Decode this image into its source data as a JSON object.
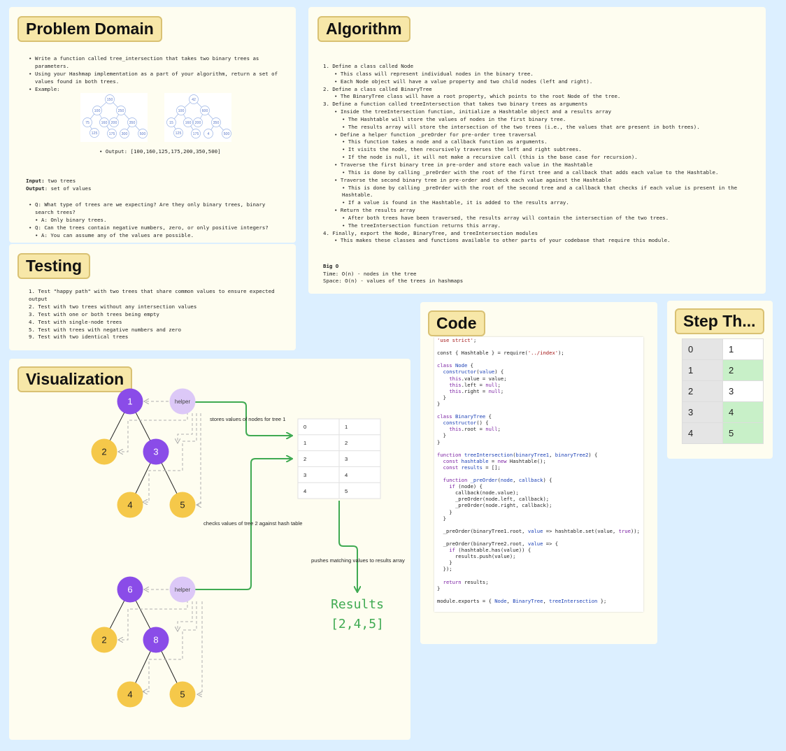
{
  "problem": {
    "title": "Problem Domain",
    "bullets": [
      "Write a function called tree_intersection that takes two binary trees as parameters.",
      "Using your Hashmap implementation as a part of your algorithm, return a set of values found in both trees.",
      "Example:"
    ],
    "tree1_nodes": [
      "150",
      "100",
      "250",
      "75",
      "160",
      "200",
      "350",
      "125",
      "175",
      "300",
      "500"
    ],
    "tree2_nodes": [
      "42",
      "100",
      "600",
      "15",
      "160",
      "200",
      "350",
      "125",
      "175",
      "4",
      "500"
    ],
    "output": "Output: [100,160,125,175,200,350,500]",
    "input_label": "Input:",
    "input_text": " two trees",
    "output_label": "Output",
    "output_text": ": set of values",
    "qa": [
      {
        "q": "Q: What type of trees are we expecting? Are they only binary trees, binary search trees?",
        "a": "A: Only binary trees."
      },
      {
        "q": "Q: Can the trees contain negative numbers, zero, or only positive integers?",
        "a": "A: You can assume any of the values are possible."
      }
    ]
  },
  "algorithm": {
    "title": "Algorithm",
    "lines": [
      {
        "lvl": 0,
        "t": "1. Define a class called Node"
      },
      {
        "lvl": 1,
        "t": "This class will represent individual nodes in the binary tree."
      },
      {
        "lvl": 1,
        "t": "Each Node object will have a value property and two child nodes (left and right)."
      },
      {
        "lvl": 0,
        "t": "2. Define a class called BinaryTree"
      },
      {
        "lvl": 1,
        "t": "The BinaryTree class will have a root property, which points to the root Node of the tree."
      },
      {
        "lvl": 0,
        "t": "3. Define a function called treeIntersection that takes two binary trees as arguments"
      },
      {
        "lvl": 1,
        "t": "Inside the treeIntersection function, initialize a Hashtable object and a results array"
      },
      {
        "lvl": 2,
        "t": "The Hashtable will store the values of nodes in the first binary tree."
      },
      {
        "lvl": 2,
        "t": "The results array will store the intersection of the two trees (i.e., the values that are present in both trees)."
      },
      {
        "lvl": 1,
        "t": "Define a helper function _preOrder for pre-order tree traversal"
      },
      {
        "lvl": 2,
        "t": "This function takes a node and a callback function as arguments."
      },
      {
        "lvl": 2,
        "t": "It visits the node, then recursively traverses the left and right subtrees."
      },
      {
        "lvl": 2,
        "t": "If the node is null, it will not make a recursive call (this is the base case for recursion)."
      },
      {
        "lvl": 1,
        "t": "Traverse the first binary tree in pre-order and store each value in the Hashtable"
      },
      {
        "lvl": 2,
        "t": "This is done by calling _preOrder with the root of the first tree and a callback that adds each value to the Hashtable."
      },
      {
        "lvl": 1,
        "t": "Traverse the second binary tree in pre-order and check each value against the Hashtable"
      },
      {
        "lvl": 2,
        "t": "This is done by calling _preOrder with the root of the second tree and a callback that checks if each value is present in the Hashtable."
      },
      {
        "lvl": 2,
        "t": "If a value is found in the Hashtable, it is added to the results array."
      },
      {
        "lvl": 1,
        "t": "Return the results array"
      },
      {
        "lvl": 2,
        "t": "After both trees have been traversed, the results array will contain the intersection of the two trees."
      },
      {
        "lvl": 2,
        "t": "The treeIntersection function returns this array."
      },
      {
        "lvl": 0,
        "t": "4. Finally, export the Node, BinaryTree, and treeIntersection modules"
      },
      {
        "lvl": 1,
        "t": "This makes these classes and functions available to other parts of your codebase that require this module."
      }
    ],
    "bigo_title": "Big O",
    "time": "Time: O(n) - nodes in the tree",
    "space": "Space: O(n) - values of the trees in hashmaps"
  },
  "testing": {
    "title": "Testing",
    "items": [
      "1. Test \"happy path\" with two trees that share common values to ensure expected output",
      "2. Test with two trees without any intersection values",
      "3. Test with one or both trees being empty",
      "4. Test with single-node trees",
      "5. Test with trees with negative numbers and zero",
      "9. Test with two identical trees"
    ]
  },
  "visualization": {
    "title": "Visualization",
    "tree1": [
      "1",
      "2",
      "3",
      "4",
      "5"
    ],
    "tree2": [
      "6",
      "2",
      "8",
      "4",
      "5"
    ],
    "helper": "helper",
    "label_store": "stores values of nodes for tree 1",
    "label_check": "checks values of tree 2 against hash table",
    "label_push": "pushes matching values to results array",
    "table": [
      [
        "0",
        "1"
      ],
      [
        "1",
        "2"
      ],
      [
        "2",
        "3"
      ],
      [
        "3",
        "4"
      ],
      [
        "4",
        "5"
      ]
    ],
    "results_title": "Results",
    "results_value": "[2,4,5]",
    "colors": {
      "purple": "#8a4ce8",
      "yellow": "#f5c84a",
      "helper": "#dcc8f7",
      "green": "#3faa52"
    }
  },
  "code": {
    "title": "Code"
  },
  "step": {
    "title": "Step Th...",
    "rows": [
      [
        "0",
        "1"
      ],
      [
        "1",
        "2"
      ],
      [
        "2",
        "3"
      ],
      [
        "3",
        "4"
      ],
      [
        "4",
        "5"
      ]
    ]
  }
}
